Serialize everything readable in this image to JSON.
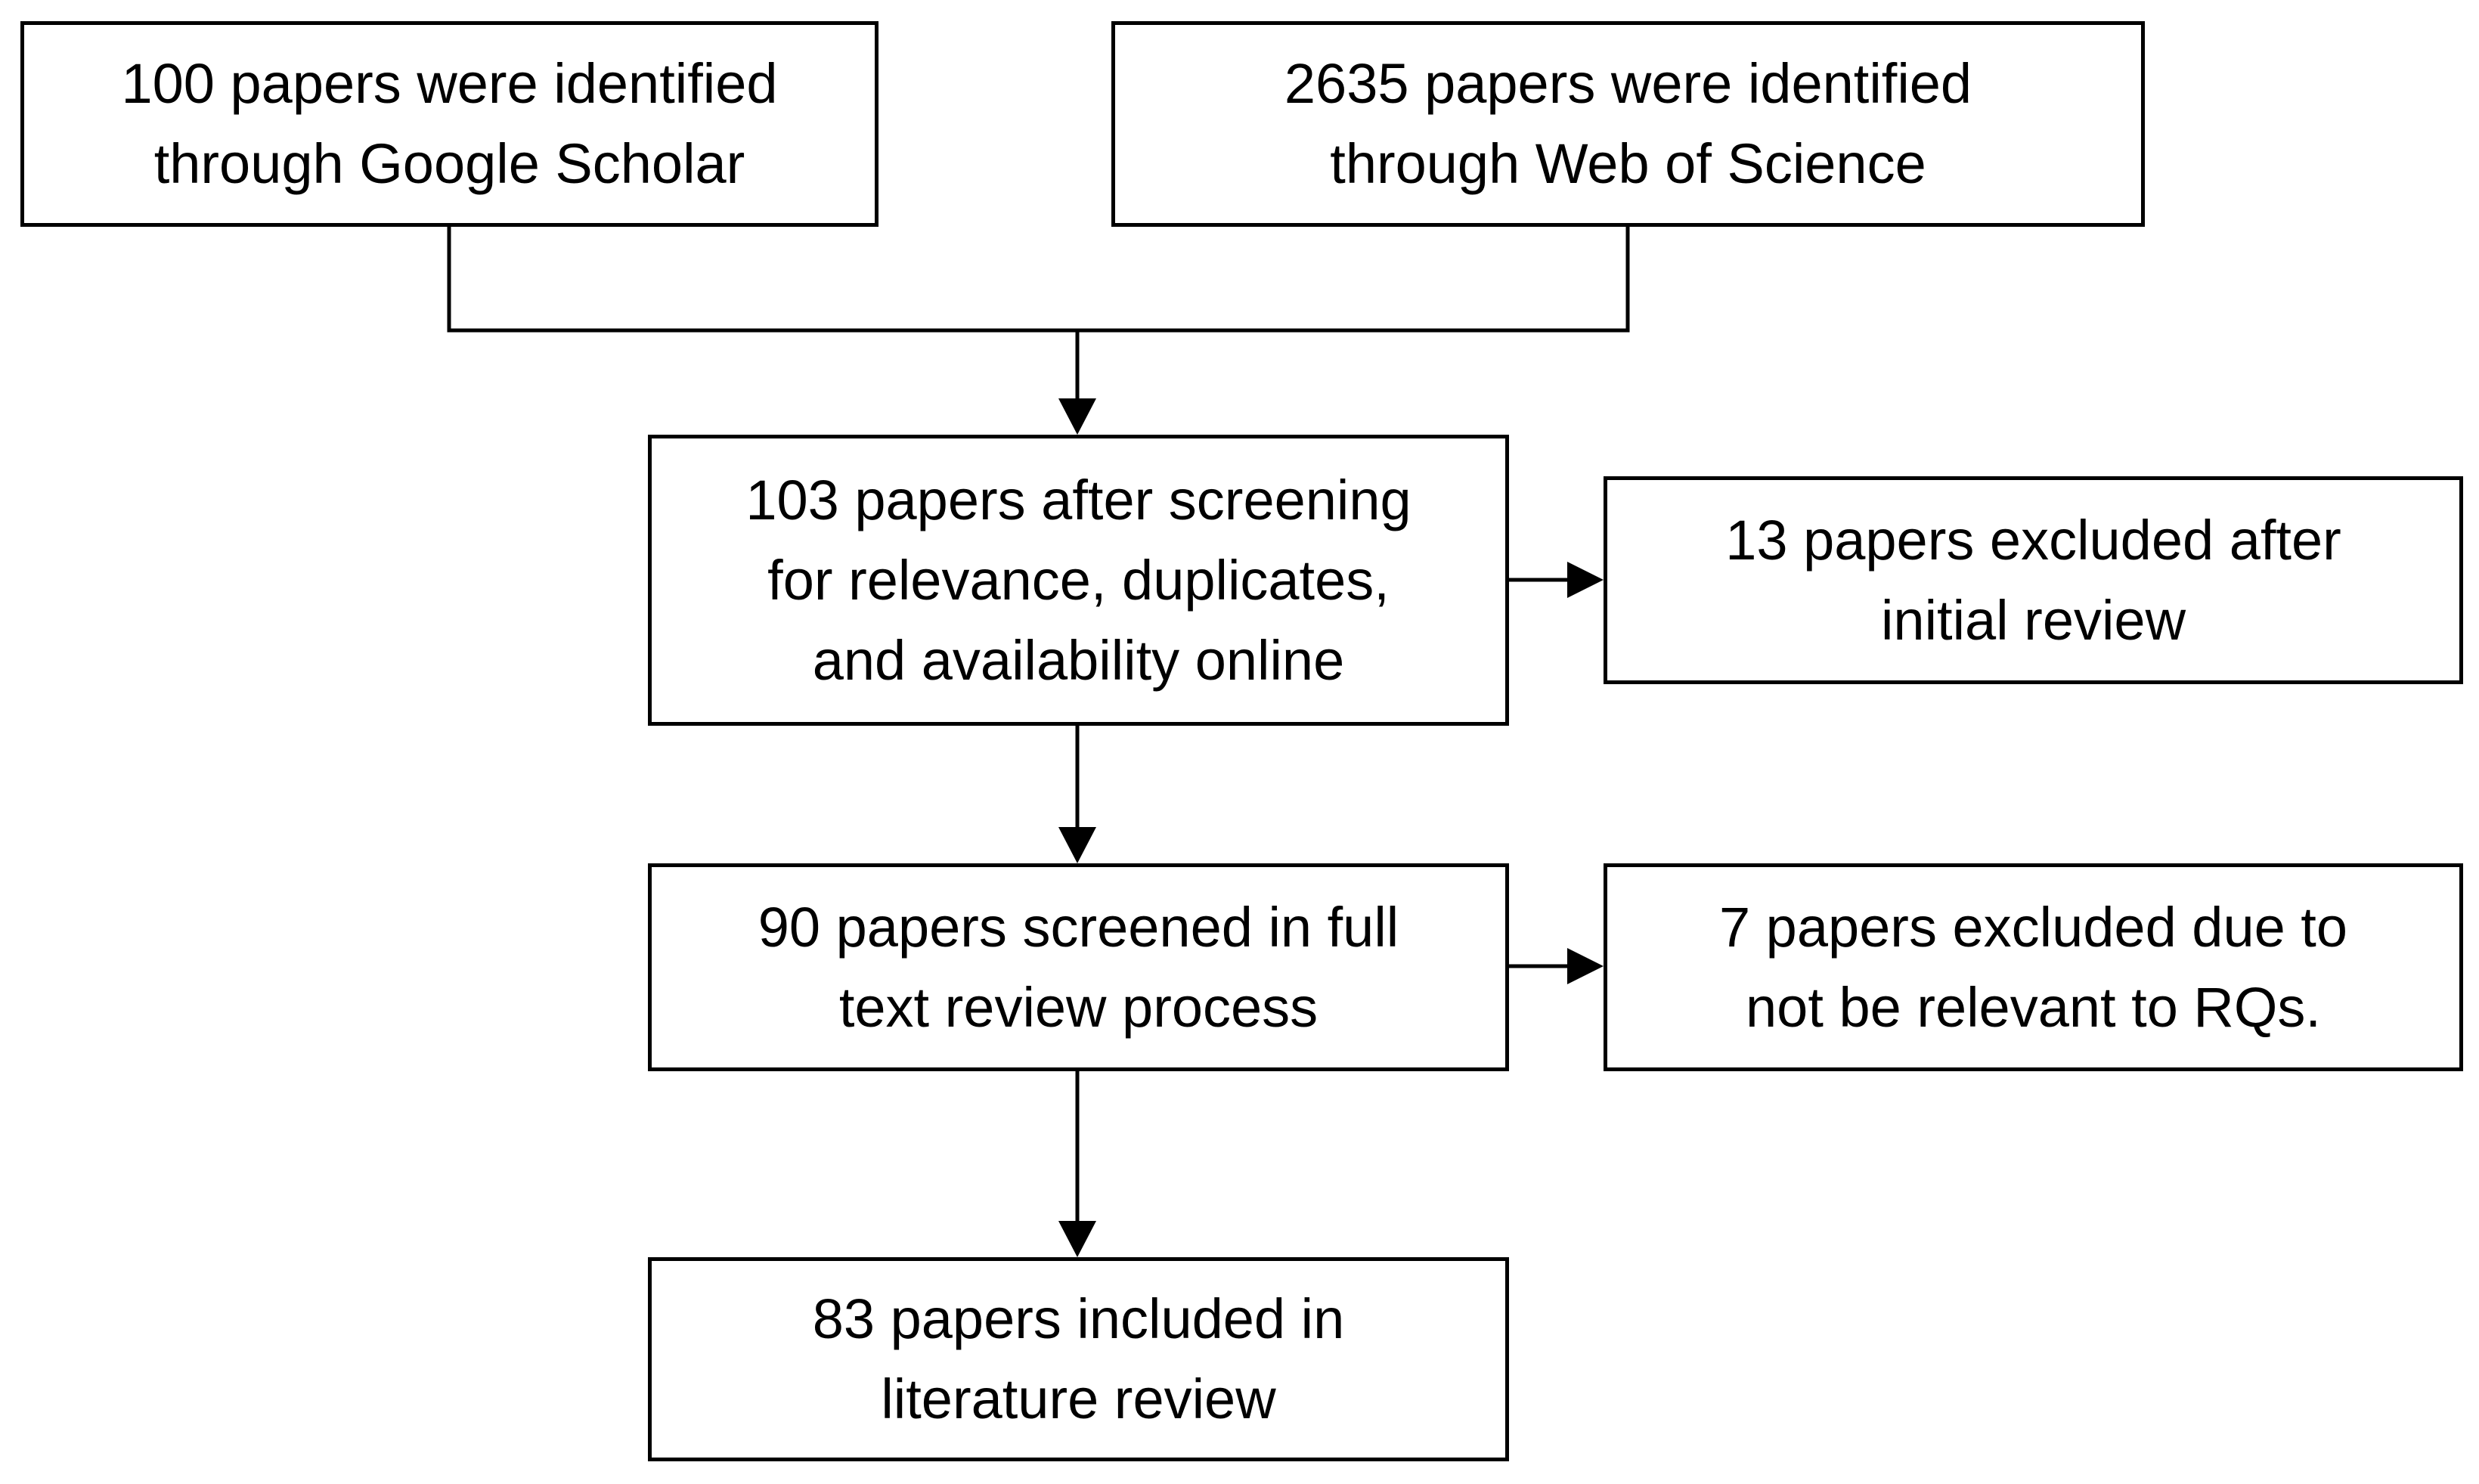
{
  "flowchart": {
    "google_scholar": {
      "line1": "100 papers were identified",
      "line2": "through Google Scholar"
    },
    "web_of_science": {
      "line1": "2635 papers were identified",
      "line2": "through Web of Science"
    },
    "screening": {
      "line1": "103 papers after screening",
      "line2": "for relevance, duplicates,",
      "line3": "and availability online"
    },
    "excluded_initial": {
      "line1": "13 papers excluded after",
      "line2": "initial review"
    },
    "full_text": {
      "line1": "90 papers screened in full",
      "line2": "text review process"
    },
    "excluded_rq": {
      "line1": "7 papers excluded due to",
      "line2": "not be relevant to RQs."
    },
    "included": {
      "line1": "83 papers included in",
      "line2": "literature review"
    }
  },
  "colors": {
    "stroke": "#000000",
    "background": "#ffffff",
    "text": "#000000"
  }
}
